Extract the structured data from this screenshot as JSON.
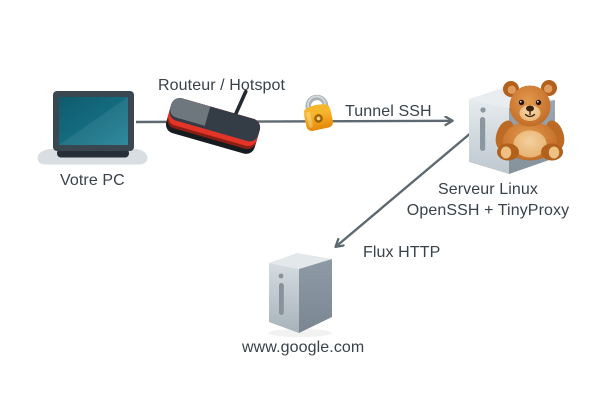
{
  "diagram": {
    "background": "#ffffff",
    "nodes": {
      "pc": {
        "label": "Votre PC",
        "icon": "laptop-icon"
      },
      "router": {
        "label": "Routeur / Hotspot",
        "icon": "router-icon"
      },
      "linux_server": {
        "label_line1": "Serveur Linux",
        "label_line2": "OpenSSH + TinyProxy",
        "icon": "server-tower-icon",
        "decoration": "teddy-bear-icon"
      },
      "google_server": {
        "label": "www.google.com",
        "icon": "server-tower-icon"
      }
    },
    "edges": {
      "ssh_tunnel": {
        "label": "Tunnel SSH",
        "from": "pc",
        "to": "linux_server",
        "direction": "right",
        "icon": "padlock-icon"
      },
      "http_flow": {
        "label": "Flux HTTP",
        "from": "linux_server",
        "to": "google_server",
        "direction": "down-left"
      }
    },
    "icons": [
      "laptop-icon",
      "router-icon",
      "router-antenna-icon",
      "padlock-icon",
      "server-tower-icon",
      "teddy-bear-icon",
      "arrowhead-icon"
    ],
    "colors": {
      "text": "#394249",
      "line": "#5d686f",
      "laptop_screen_teal": "#156d80",
      "laptop_base_grey": "#d8dee2",
      "router_body": "#343d45",
      "router_stripe_red": "#e23427",
      "padlock_gold": "#f3a81f",
      "padlock_shackle": "#a9b0b6",
      "server_front_light": "#dce2e6",
      "server_side_dark": "#8d99a5",
      "bear_fur_brown": "#c8742e",
      "bear_muzzle_tan": "#f0c896"
    }
  }
}
